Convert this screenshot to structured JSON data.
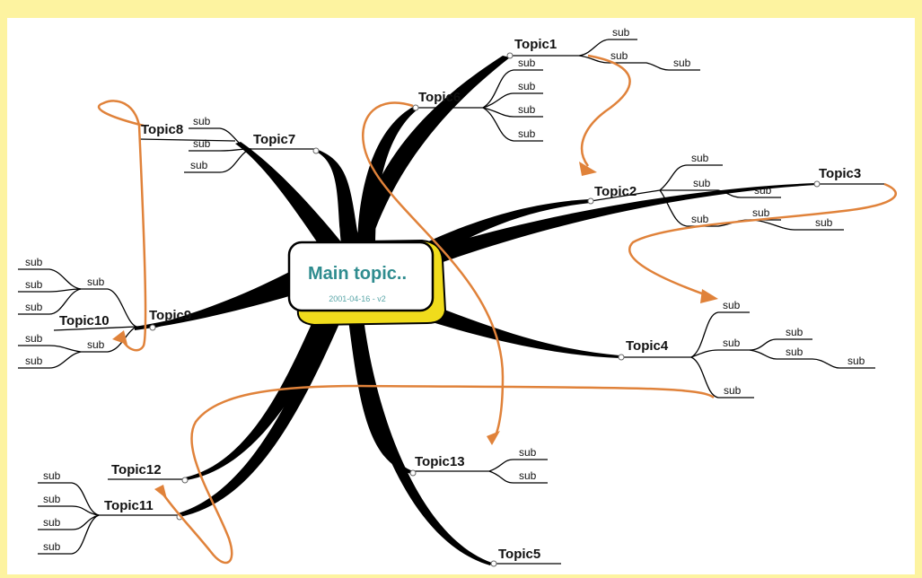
{
  "colors": {
    "background": "#fdf3a0",
    "branch": "#000000",
    "arrow": "#e0823a",
    "main_text": "#2f8c8f",
    "box_shadow": "#f0dc1c"
  },
  "main": {
    "title": "Main topic..",
    "date": "2001-04-16 - v2"
  },
  "topics": [
    {
      "id": "t1",
      "label": "Topic1",
      "subs": [
        "sub",
        "sub",
        "sub"
      ]
    },
    {
      "id": "t2",
      "label": "Topic2",
      "subs": [
        "sub",
        "sub",
        "sub",
        "sub",
        "sub",
        "sub"
      ]
    },
    {
      "id": "t3",
      "label": "Topic3",
      "subs": []
    },
    {
      "id": "t4",
      "label": "Topic4",
      "subs": [
        "sub",
        "sub",
        "sub",
        "sub",
        "sub",
        "sub"
      ]
    },
    {
      "id": "t5",
      "label": "Topic5",
      "subs": []
    },
    {
      "id": "t6",
      "label": "Topic6",
      "subs": [
        "sub",
        "sub",
        "sub",
        "sub"
      ]
    },
    {
      "id": "t7",
      "label": "Topic7",
      "subs": [
        "sub",
        "sub",
        "sub"
      ]
    },
    {
      "id": "t8",
      "label": "Topic8",
      "subs": []
    },
    {
      "id": "t9",
      "label": "Topic9",
      "subs": [
        "sub",
        "sub",
        "sub",
        "sub"
      ]
    },
    {
      "id": "t10",
      "label": "Topic10",
      "subs": [
        "sub",
        "sub",
        "sub"
      ]
    },
    {
      "id": "t11",
      "label": "Topic11",
      "subs": [
        "sub",
        "sub",
        "sub",
        "sub"
      ]
    },
    {
      "id": "t12",
      "label": "Topic12",
      "subs": []
    },
    {
      "id": "t13",
      "label": "Topic13",
      "subs": [
        "sub",
        "sub"
      ]
    }
  ]
}
